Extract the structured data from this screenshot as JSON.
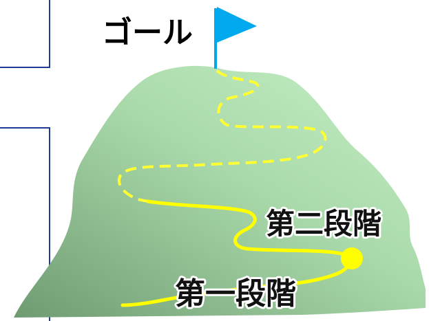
{
  "labels": {
    "goal": "ゴール",
    "stage_two": "第二段階",
    "stage_one": "第一段階"
  },
  "colors": {
    "mountain_light": "#bfe9c0",
    "mountain_dark": "#7da57f",
    "path_solid": "#ffff00",
    "path_dashed": "#ffff33",
    "flag": "#00a8ee",
    "flagpole": "#00a8ee",
    "frame_lines": "#1f3a93",
    "marker": "#ffff00"
  },
  "icons": {
    "flag": "flag-icon",
    "marker": "position-marker"
  }
}
